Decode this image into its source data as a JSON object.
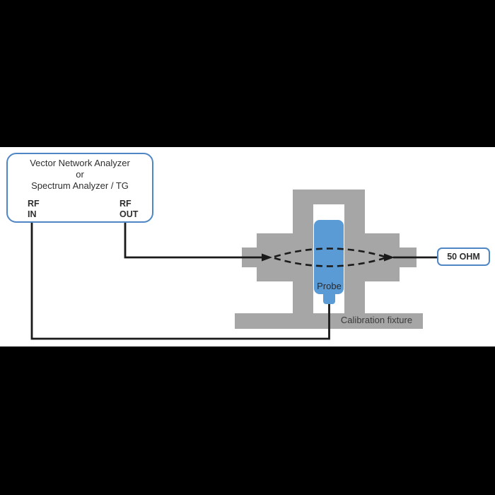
{
  "analyzer_box": {
    "line1": "Vector Network Analyzer",
    "line2": "or",
    "line3": "Spectrum Analyzer / TG",
    "rf_in": {
      "line1": "RF",
      "line2": "IN"
    },
    "rf_out": {
      "line1": "RF",
      "line2": "OUT"
    }
  },
  "terminator_box": {
    "label": "50 OHM"
  },
  "fixture": {
    "label": "Calibration fixture",
    "probe_label": "Probe"
  },
  "colors": {
    "background_black": "#000000",
    "content_white": "#ffffff",
    "fixture_gray": "#a6a6a6",
    "probe_blue": "#5b9bd5",
    "box_border_blue": "#4f86c6",
    "cable_black": "#1a1a1a",
    "text_dark": "#2e2e2e"
  }
}
